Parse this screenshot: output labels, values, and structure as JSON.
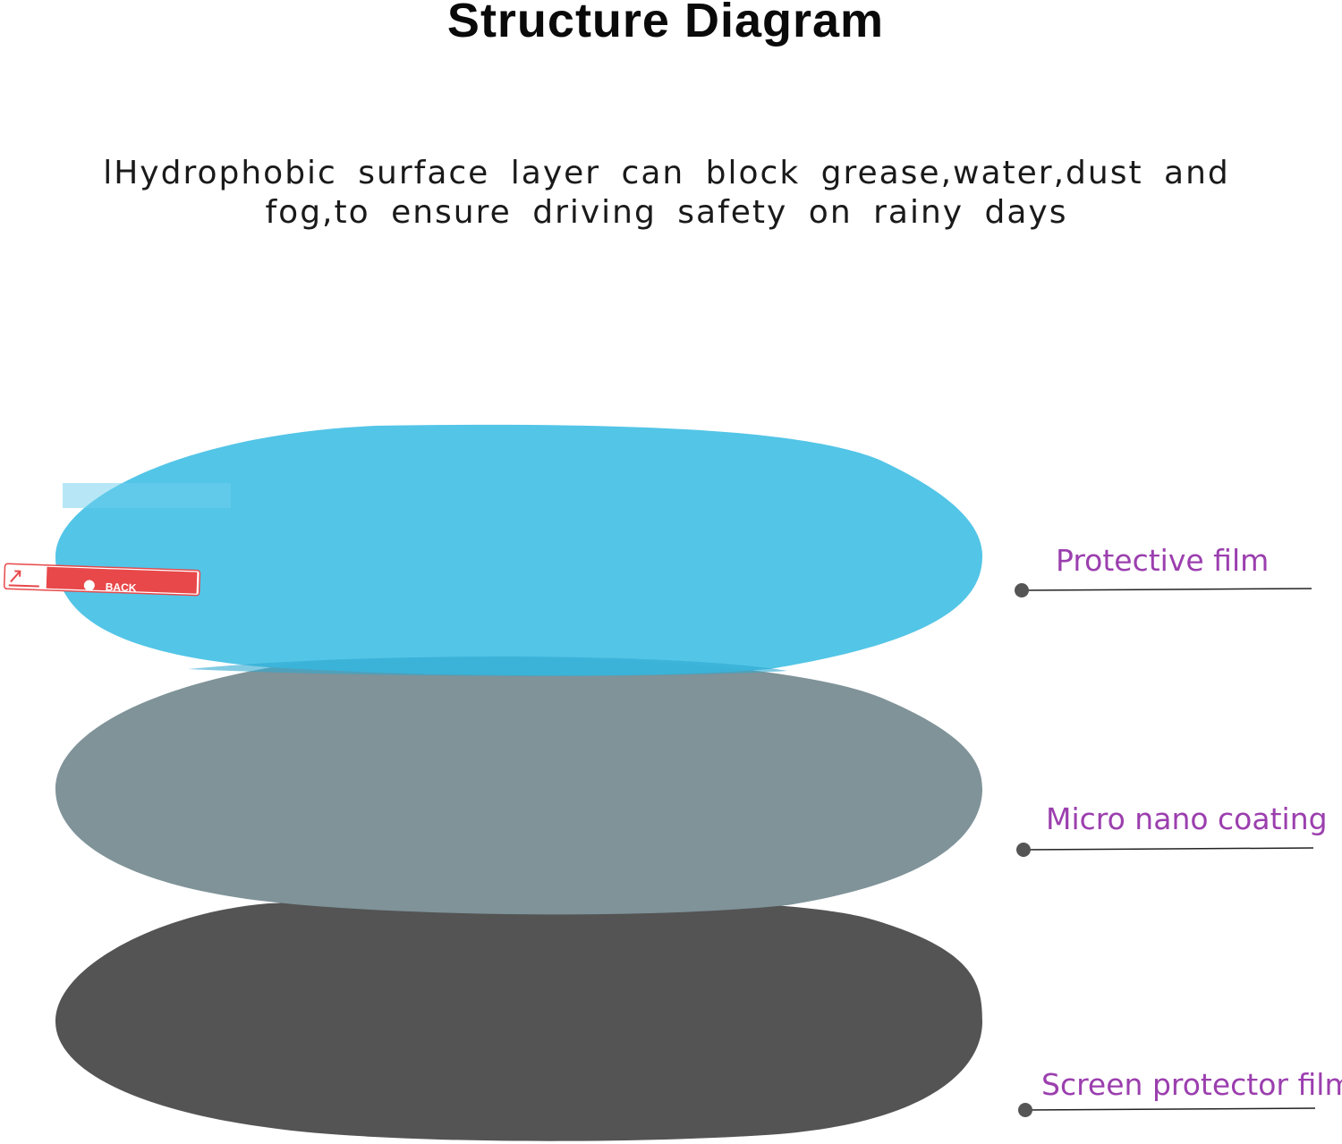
{
  "title": "Structure Diagram",
  "description": "lHydrophobic surface layer can block grease,water,dust and fog,to ensure driving safety on rainy days",
  "sticker": {
    "tab_text": "BACK"
  },
  "layers": [
    {
      "label": "Protective film",
      "color": "#4dc3e6"
    },
    {
      "label": "Micro nano coating",
      "color": "#7f9399"
    },
    {
      "label": "Screen protector film",
      "color": "#545454"
    }
  ],
  "label_color": "#9b3fae"
}
